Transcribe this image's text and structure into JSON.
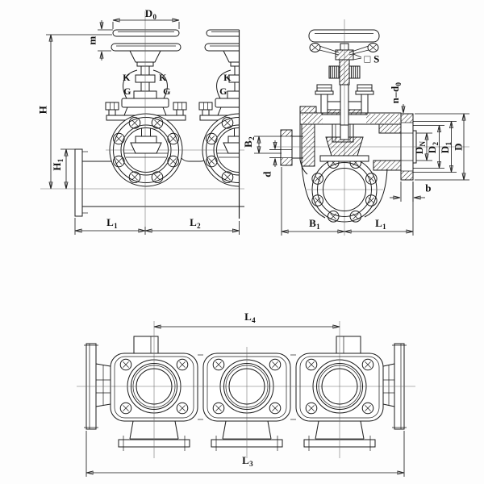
{
  "canvas": {
    "background": "#fdfdfd",
    "ink": "#1b1b1b"
  },
  "drawing_type": "valve manifold technical drawing",
  "views": {
    "front": {
      "name": "front elevation view"
    },
    "section": {
      "name": "side cross-section view"
    },
    "plan": {
      "name": "plan (top) view"
    }
  },
  "labels": {
    "D0": {
      "base": "D",
      "sub": "0"
    },
    "m": {
      "base": "m",
      "sub": ""
    },
    "K1l": {
      "base": "K",
      "sub": ""
    },
    "K1r": {
      "base": "K",
      "sub": ""
    },
    "G1l": {
      "base": "G",
      "sub": ""
    },
    "G1r": {
      "base": "G",
      "sub": ""
    },
    "K2": {
      "base": "K",
      "sub": ""
    },
    "G2": {
      "base": "G",
      "sub": ""
    },
    "H": {
      "base": "H",
      "sub": ""
    },
    "H1": {
      "base": "H",
      "sub": "1"
    },
    "L1_front": {
      "base": "L",
      "sub": "1"
    },
    "L2": {
      "base": "L",
      "sub": "2"
    },
    "S": {
      "base": "□ S",
      "sub": ""
    },
    "n_d0": {
      "base": "n–d",
      "sub": "0"
    },
    "B2": {
      "base": "B",
      "sub": "2"
    },
    "d": {
      "base": "d",
      "sub": ""
    },
    "DN": {
      "base": "D",
      "sub": "N"
    },
    "D2": {
      "base": "D",
      "sub": "2"
    },
    "D1": {
      "base": "D",
      "sub": "1"
    },
    "D": {
      "base": "D",
      "sub": ""
    },
    "b": {
      "base": "b",
      "sub": ""
    },
    "B1": {
      "base": "B",
      "sub": "1"
    },
    "L1_section": {
      "base": "L",
      "sub": "1"
    },
    "L4": {
      "base": "L",
      "sub": "4"
    },
    "L3": {
      "base": "L",
      "sub": "3"
    }
  }
}
